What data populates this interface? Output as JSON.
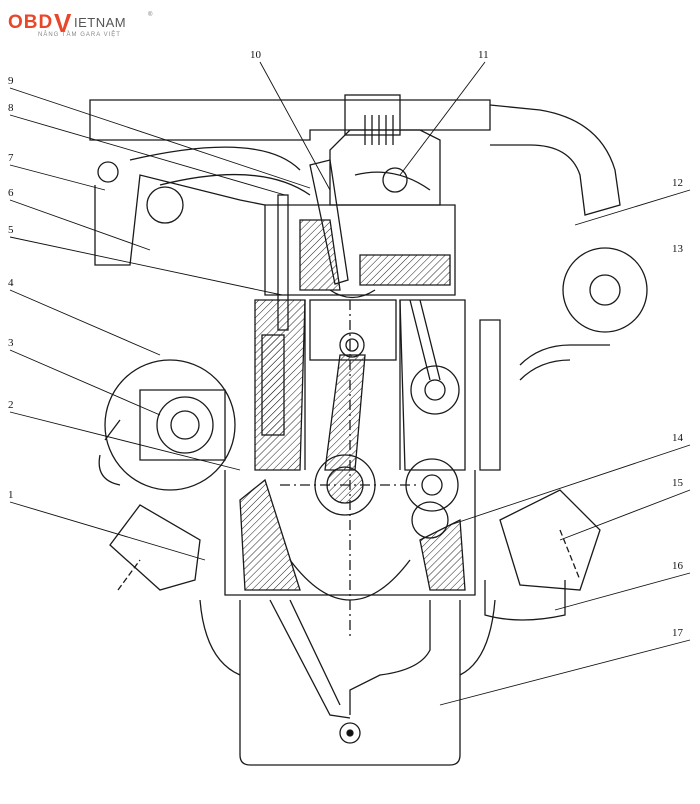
{
  "logo": {
    "brand_obd": "OBD",
    "brand_v": "V",
    "brand_rest": "IETNAM",
    "reg_mark": "®",
    "tagline": "NÂNG TẦM GARA VIỆT",
    "color": "#e8472a"
  },
  "diagram": {
    "callouts": [
      {
        "id": "1",
        "label": "1"
      },
      {
        "id": "2",
        "label": "2"
      },
      {
        "id": "3",
        "label": "3"
      },
      {
        "id": "4",
        "label": "4"
      },
      {
        "id": "5",
        "label": "5"
      },
      {
        "id": "6",
        "label": "6"
      },
      {
        "id": "7",
        "label": "7"
      },
      {
        "id": "8",
        "label": "8"
      },
      {
        "id": "9",
        "label": "9"
      },
      {
        "id": "10",
        "label": "10"
      },
      {
        "id": "11",
        "label": "11"
      },
      {
        "id": "12",
        "label": "12"
      },
      {
        "id": "13",
        "label": "13"
      },
      {
        "id": "14",
        "label": "14"
      },
      {
        "id": "15",
        "label": "15"
      },
      {
        "id": "16",
        "label": "16"
      },
      {
        "id": "17",
        "label": "17"
      }
    ]
  }
}
